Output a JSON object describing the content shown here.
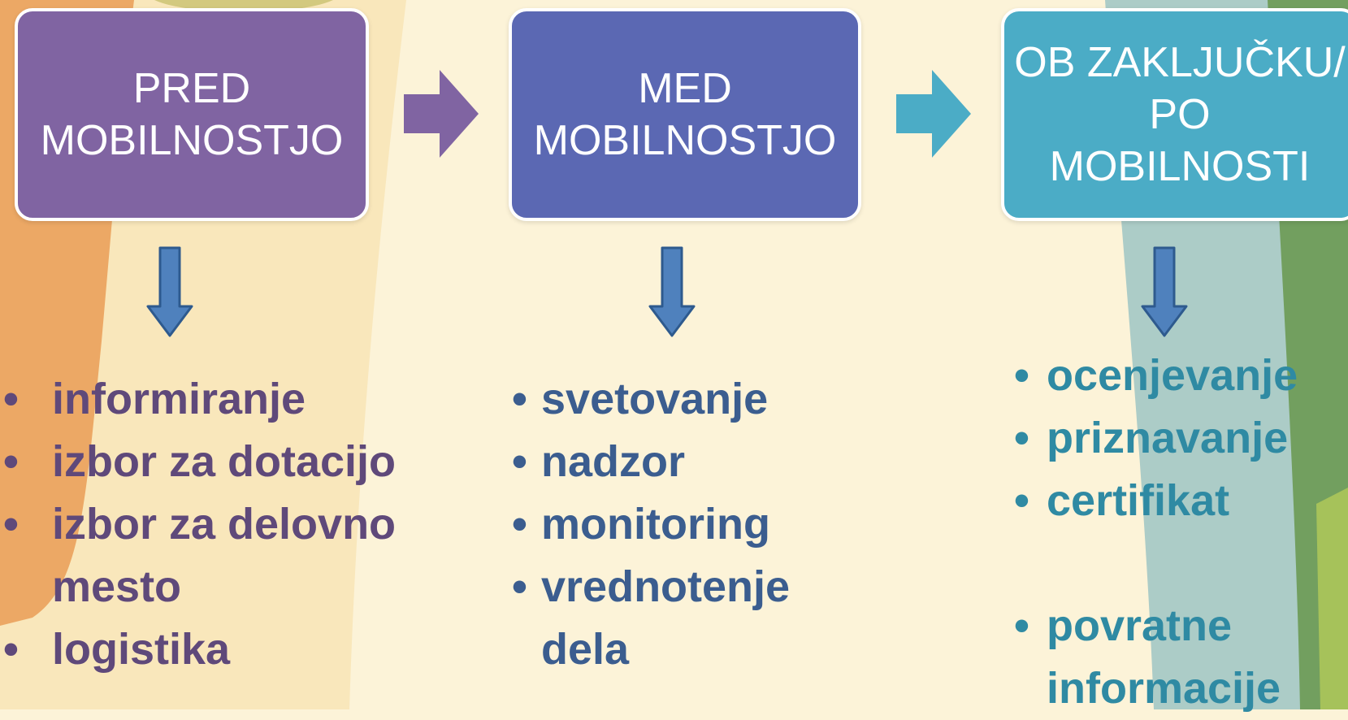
{
  "stages": [
    {
      "lines": [
        "PRED",
        "MOBILNOSTJO"
      ],
      "color": "#8064a2"
    },
    {
      "lines": [
        "MED",
        "MOBILNOSTJO"
      ],
      "color": "#5b68b3"
    },
    {
      "lines": [
        "OB ZAKLJUČKU/",
        "PO",
        "MOBILNOSTI"
      ],
      "color": "#4bacc6"
    }
  ],
  "lists": [
    {
      "items": [
        "informiranje",
        "izbor za dotacijo",
        "izbor za delovno mesto",
        "logistika"
      ],
      "color": "#5f497a"
    },
    {
      "items": [
        "svetovanje",
        "nadzor",
        "monitoring",
        "vrednotenje dela"
      ],
      "color": "#3b5d8f"
    },
    {
      "items": [
        "ocenjevanje",
        "priznavanje",
        "certifikat",
        "povratne informacije"
      ],
      "color": "#2f8aa3"
    }
  ],
  "arrow_colors": {
    "right_1": "#8064a2",
    "right_2": "#4bacc6",
    "down": "#4f81bd"
  },
  "icons": [
    "arrow-right-icon",
    "arrow-down-icon"
  ]
}
